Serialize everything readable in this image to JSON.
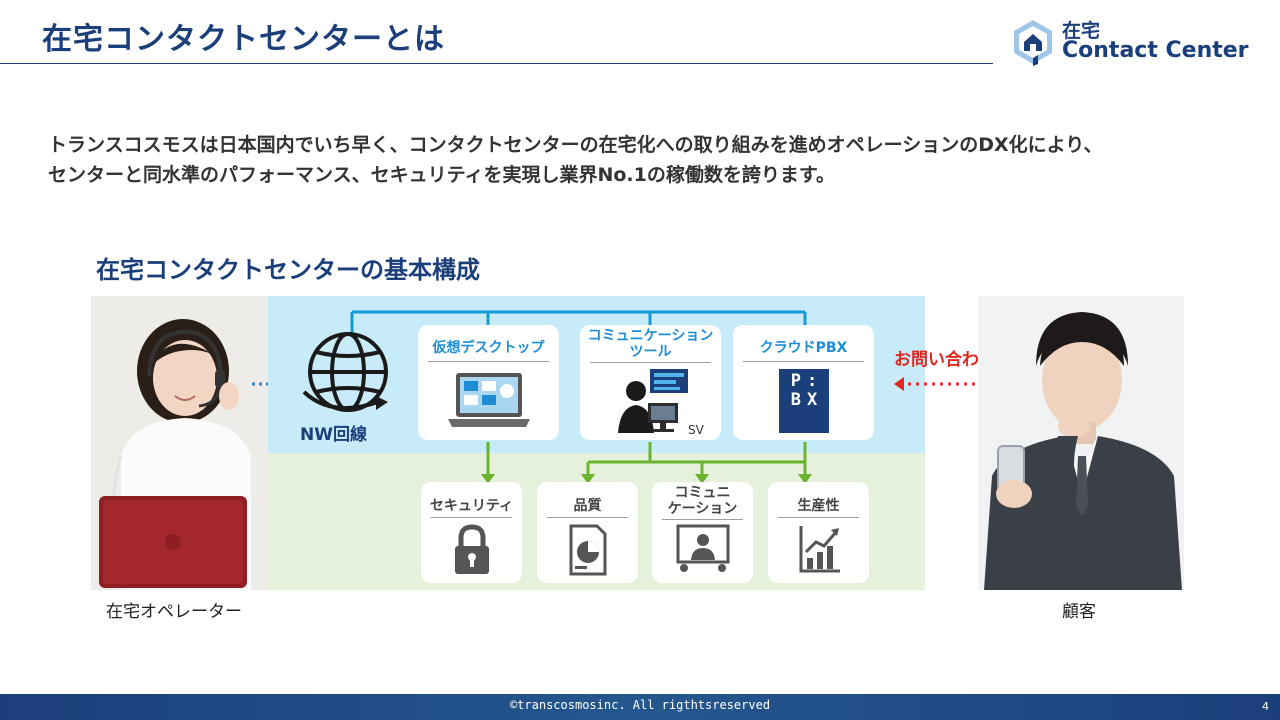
{
  "header": {
    "title": "在宅コンタクトセンターとは",
    "logo_jp": "在宅",
    "logo_en": "Contact Center"
  },
  "intro": {
    "line1": "トランスコスモスは日本国内でいち早く、コンタクトセンターの在宅化への取り組みを進めオペレーションのDX化により、",
    "line2": "センターと同水準のパフォーマンス、セキュリティを実現し業界No.1の稼働数を誇ります。"
  },
  "section": {
    "title": "在宅コンタクトセンターの基本構成"
  },
  "diagram": {
    "network_label": "NW回線",
    "blue_cards": [
      {
        "label": "仮想デスクトップ"
      },
      {
        "label_line1": "コミュニケーション",
        "label_line2": "ツール",
        "sub": "SV"
      },
      {
        "label": "クラウドPBX",
        "pbx_text": "P:BX"
      }
    ],
    "green_cards": [
      {
        "label": "セキュリティ"
      },
      {
        "label": "品質"
      },
      {
        "label_line1": "コミュニ",
        "label_line2": "ケーション"
      },
      {
        "label": "生産性"
      }
    ],
    "inquiry_label": "お問い合わせ",
    "operator_caption": "在宅オペレーター",
    "customer_caption": "顧客"
  },
  "footer": {
    "copyright": "©transcosmosinc. All rigthtsreserved",
    "page": "4"
  },
  "colors": {
    "navy": "#1b3f7a",
    "accent_blue": "#1d8ed6",
    "line_blue": "#139bd6",
    "arrow_green": "#6ab22f",
    "inquiry_red": "#e0281e"
  }
}
